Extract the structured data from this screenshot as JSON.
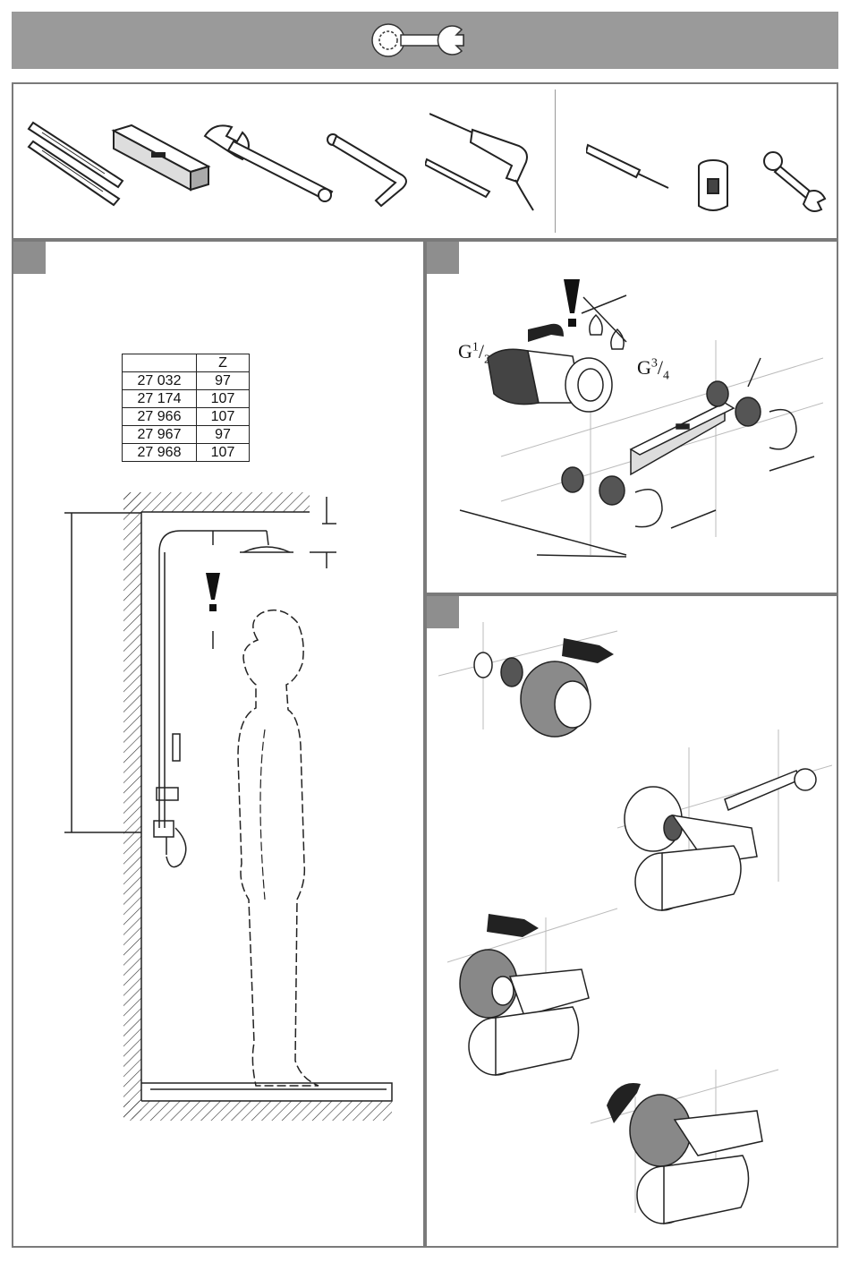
{
  "header": {
    "icon": "wrench-icon"
  },
  "tools": {
    "left_set": [
      "folding-rule-icon",
      "spirit-level-icon",
      "adjustable-wrench-icon",
      "hex-key-icon",
      "drill-bit-icon",
      "power-drill-icon"
    ],
    "right_set": [
      "screwdriver-icon",
      "socket-adapter-icon",
      "ring-spanner-icon"
    ]
  },
  "dimension_table": {
    "header": [
      "",
      "Z"
    ],
    "rows": [
      [
        "27 032",
        "97"
      ],
      [
        "27 174",
        "107"
      ],
      [
        "27 966",
        "107"
      ],
      [
        "27 967",
        "97"
      ],
      [
        "27 968",
        "107"
      ]
    ]
  },
  "thread_labels": {
    "left": {
      "letter": "G",
      "num": "1",
      "den": "2"
    },
    "right": {
      "letter": "G",
      "num": "3",
      "den": "4"
    }
  },
  "colors": {
    "header": "#9a9a9a",
    "badge": "#8e8e8e",
    "border": "#7a7a7a"
  }
}
